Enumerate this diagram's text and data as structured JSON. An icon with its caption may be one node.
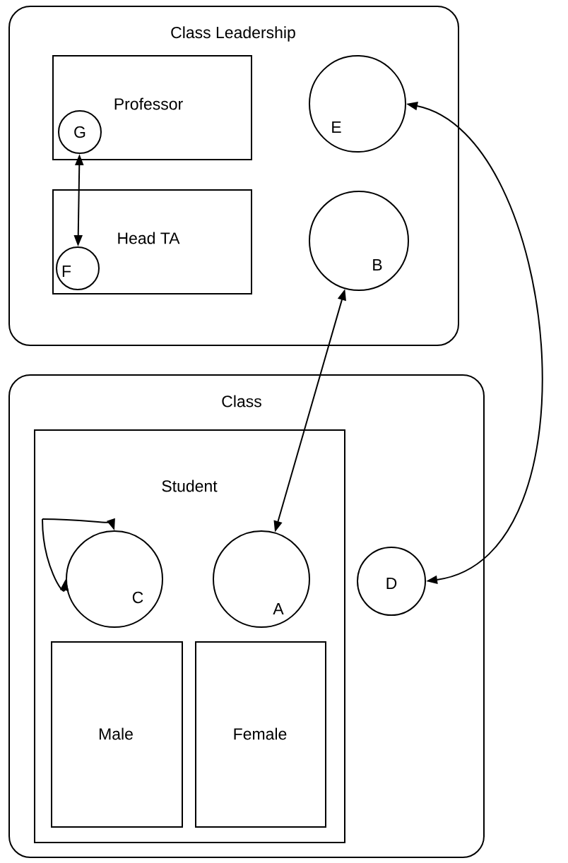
{
  "diagram": {
    "nodes": [
      {
        "text": [
          "Class Leadership"
        ]
      },
      {
        "text": [
          "Professor"
        ],
        "in": 0
      },
      {
        "text": [
          "G"
        ],
        "in": 1
      },
      {
        "text": [
          "Head TA"
        ],
        "in": 0
      },
      {
        "text": [
          "F"
        ],
        "in": 3
      },
      {
        "text": [
          "E"
        ],
        "in": 0
      },
      {
        "text": [
          "B"
        ],
        "in": 0
      },
      {
        "text": [
          "Class"
        ]
      },
      {
        "text": [
          "Student"
        ],
        "in": 7
      },
      {
        "text": [
          "C"
        ],
        "in": 8
      },
      {
        "text": [
          "A"
        ],
        "in": 8
      },
      {
        "text": [
          "D"
        ],
        "in": 7
      },
      {
        "text": [
          "Male"
        ],
        "in": 8
      },
      {
        "text": [
          "Female"
        ],
        "in": 8
      }
    ],
    "edges": [
      {
        "from": 2,
        "to": 4,
        "arrow": "both"
      },
      {
        "from": 6,
        "to": 10,
        "arrow": "both"
      },
      {
        "from": 5,
        "to": 11,
        "arrow": "both"
      },
      {
        "from": null,
        "to": 9,
        "arrow": "to"
      },
      {
        "from": null,
        "to": 9,
        "arrow": "to"
      }
    ]
  }
}
